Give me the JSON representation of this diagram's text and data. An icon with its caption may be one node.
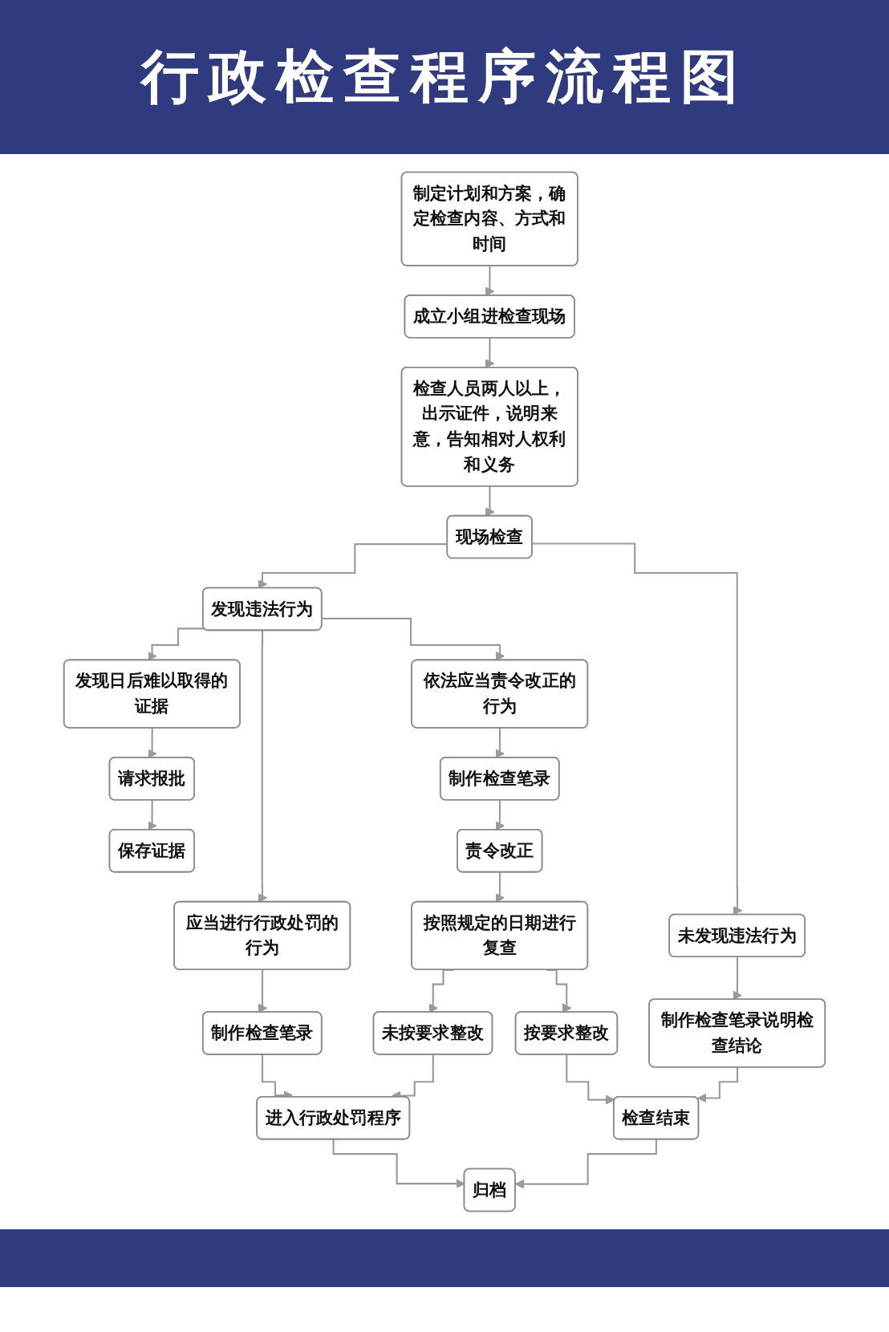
{
  "diagram": {
    "title": "行政检查程序流程图",
    "nodes": [
      {
        "text": [
          "制定计划和方案，确定检查内容、方式和时间"
        ]
      },
      {
        "text": [
          "成立小组进检查现场"
        ]
      },
      {
        "text": [
          "检查人员两人以上，出示证件，说明来意，告知相对人权利和义务"
        ]
      },
      {
        "text": [
          "现场检查"
        ]
      },
      {
        "text": [
          "发现违法行为"
        ]
      },
      {
        "text": [
          "未发现违法行为"
        ]
      },
      {
        "text": [
          "发现日后难以取得的证据"
        ]
      },
      {
        "text": [
          "应当进行行政处罚的行为"
        ]
      },
      {
        "text": [
          "依法应当责令改正的行为"
        ]
      },
      {
        "text": [
          "制作检查笔录说明检查结论"
        ]
      },
      {
        "text": [
          "请求报批"
        ]
      },
      {
        "text": [
          "制作检查笔录"
        ]
      },
      {
        "text": [
          "制作检查笔录"
        ]
      },
      {
        "text": [
          "保存证据"
        ]
      },
      {
        "text": [
          "责令改正"
        ]
      },
      {
        "text": [
          "按照规定的日期进行复查"
        ]
      },
      {
        "text": [
          "未按要求整改"
        ]
      },
      {
        "text": [
          "按要求整改"
        ]
      },
      {
        "text": [
          "检查结束"
        ]
      },
      {
        "text": [
          "进入行政处罚程序"
        ]
      },
      {
        "text": [
          "归档"
        ]
      }
    ],
    "edges": [
      {
        "from": 0,
        "to": 1,
        "arrow": "to"
      },
      {
        "from": 1,
        "to": 2,
        "arrow": "to"
      },
      {
        "from": 2,
        "to": 3,
        "arrow": "to"
      },
      {
        "from": 3,
        "to": 4,
        "arrow": "to"
      },
      {
        "from": 3,
        "to": 5,
        "arrow": "to"
      },
      {
        "from": 4,
        "to": 6,
        "arrow": "to"
      },
      {
        "from": 4,
        "to": 7,
        "arrow": "to"
      },
      {
        "from": 4,
        "to": 8,
        "arrow": "to"
      },
      {
        "from": 5,
        "to": 9,
        "arrow": "to"
      },
      {
        "from": 6,
        "to": 10,
        "arrow": "to"
      },
      {
        "from": 7,
        "to": 11,
        "arrow": "to"
      },
      {
        "from": 8,
        "to": 12,
        "arrow": "to"
      },
      {
        "from": 10,
        "to": 13,
        "arrow": "to"
      },
      {
        "from": 12,
        "to": 14,
        "arrow": "to"
      },
      {
        "from": 14,
        "to": 15,
        "arrow": "to"
      },
      {
        "from": 15,
        "to": 16,
        "arrow": "to"
      },
      {
        "from": 15,
        "to": 17,
        "arrow": "to"
      },
      {
        "from": 11,
        "to": 19,
        "arrow": "to"
      },
      {
        "from": 16,
        "to": 19,
        "arrow": "to"
      },
      {
        "from": 17,
        "to": 18,
        "arrow": "to"
      },
      {
        "from": 9,
        "to": 18,
        "arrow": "to"
      },
      {
        "from": 19,
        "to": 20,
        "arrow": "to"
      },
      {
        "from": 18,
        "to": 20,
        "arrow": "to"
      }
    ]
  }
}
